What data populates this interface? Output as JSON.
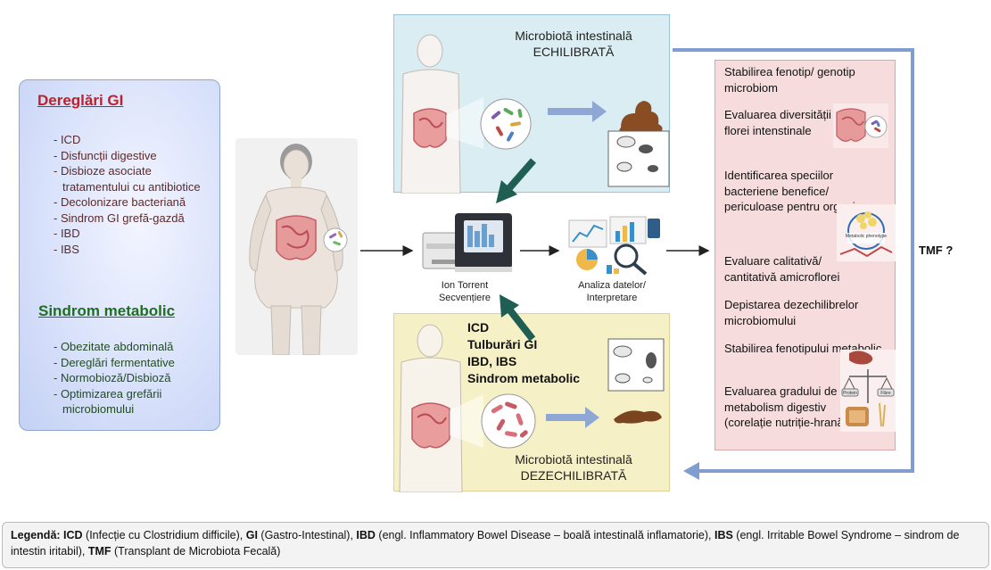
{
  "gi_panel": {
    "heading": "Dereglări GI",
    "items": [
      "- ICD",
      "- Disfuncții digestive",
      "- Disbioze asociate tratamentului cu antibiotice",
      "- Decolonizare bacteriană",
      "- Sindrom GI grefă-gazdă",
      "- IBD",
      "- IBS"
    ]
  },
  "metabolic_panel": {
    "heading": "Sindrom metabolic",
    "items": [
      "- Obezitate abdominală",
      "- Dereglări fermentative",
      "- Normobioză/Disbioză",
      "- Optimizarea grefării microbiomului"
    ]
  },
  "top_panel": {
    "title_line1": "Microbiotă intestinală",
    "title_line2": "ECHILIBRATĂ"
  },
  "bottom_panel": {
    "conditions": [
      "ICD",
      "Tulburări GI",
      "IBD, IBS",
      "Sindrom  metabolic"
    ],
    "title_line1": "Microbiotă intestinală",
    "title_line2": "DEZECHILIBRATĂ"
  },
  "sequencer": {
    "label_line1": "Ion Torrent",
    "label_line2": "Secvențiere"
  },
  "analysis": {
    "label_line1": "Analiza datelor/",
    "label_line2": "Interpretare"
  },
  "right_panel": {
    "items": [
      "Stabilirea fenotip/ genotip microbiom",
      "Evaluarea diversității florei intenstinale",
      "Identificarea speciilor bacteriene benefice/ periculoase pentru organism",
      "Evaluare calitativă/ cantitativă amicroflorei",
      "Depistarea dezechilibrelor microbiomului",
      "Stabilirea fenotipului metabolic",
      "Evaluarea gradului de metabolism digestiv (corelație nutriție-hrană)"
    ],
    "icon_text": "Metabolic phenotype",
    "scale_labels": [
      "Protein",
      "Fibre"
    ]
  },
  "tmf_label": "TMF ?",
  "legend": {
    "label": "Legendă:",
    "parts": [
      {
        "abbr": "ICD",
        "text": " (Infecție cu Clostridium difficile), "
      },
      {
        "abbr": "GI",
        "text": " (Gastro-Intestinal), "
      },
      {
        "abbr": "IBD",
        "text": " (engl. Inflammatory Bowel Disease – boală intestinală inflamatorie), "
      },
      {
        "abbr": "IBS",
        "text": " (engl. Irritable Bowel Syndrome – sindrom  de intestin iritabil), "
      },
      {
        "abbr": "TMF",
        "text": " (Transplant de Microbiota Fecală)"
      }
    ]
  },
  "colors": {
    "gi_heading": "#c0202a",
    "metabolic_heading": "#1f6e22",
    "arrow_green": "#1f5e52",
    "arrow_blue": "#7f9ecf",
    "top_panel_bg": "#d9edf2",
    "bottom_panel_bg": "#f6f0c6",
    "right_panel_bg": "#f6dcdc"
  }
}
